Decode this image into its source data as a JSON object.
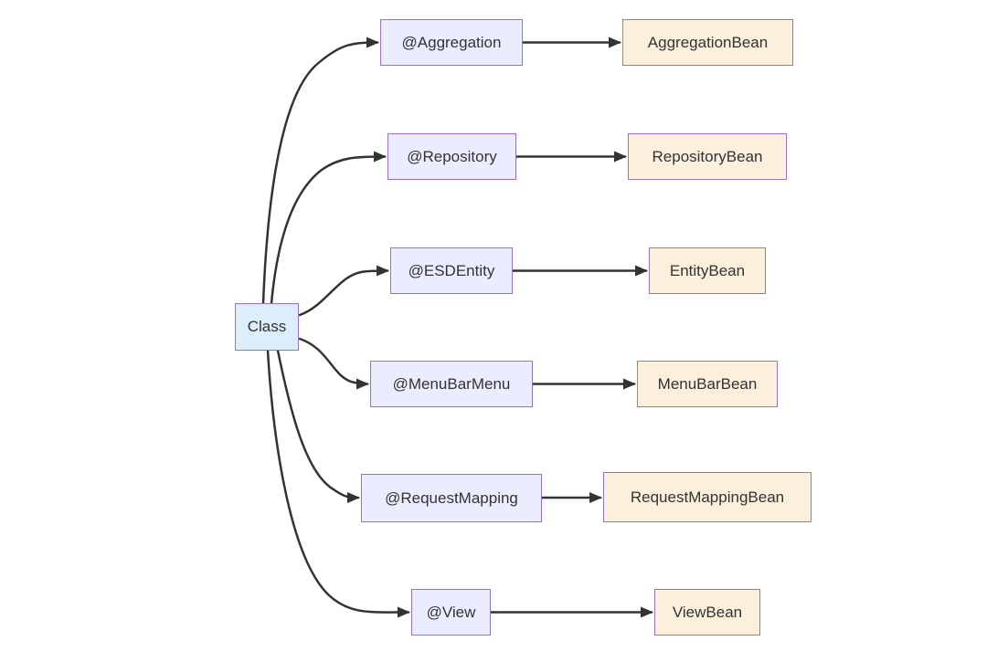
{
  "diagram": {
    "type": "flowchart-left-to-right",
    "root": {
      "label": "Class"
    },
    "mappings": [
      {
        "annotation": "@Aggregation",
        "bean": "AggregationBean"
      },
      {
        "annotation": "@Repository",
        "bean": "RepositoryBean"
      },
      {
        "annotation": "@ESDEntity",
        "bean": "EntityBean"
      },
      {
        "annotation": "@MenuBarMenu",
        "bean": "MenuBarBean"
      },
      {
        "annotation": "@RequestMapping",
        "bean": "RequestMappingBean"
      },
      {
        "annotation": "@View",
        "bean": "ViewBean"
      }
    ],
    "colors": {
      "root_fill": "#DCEEFA",
      "annotation_fill": "#ECECFF",
      "bean_fill": "#FBF0DC",
      "border": "#9370DB",
      "edge": "#333333",
      "text": "#333333",
      "background": "#FFFFFF"
    }
  }
}
